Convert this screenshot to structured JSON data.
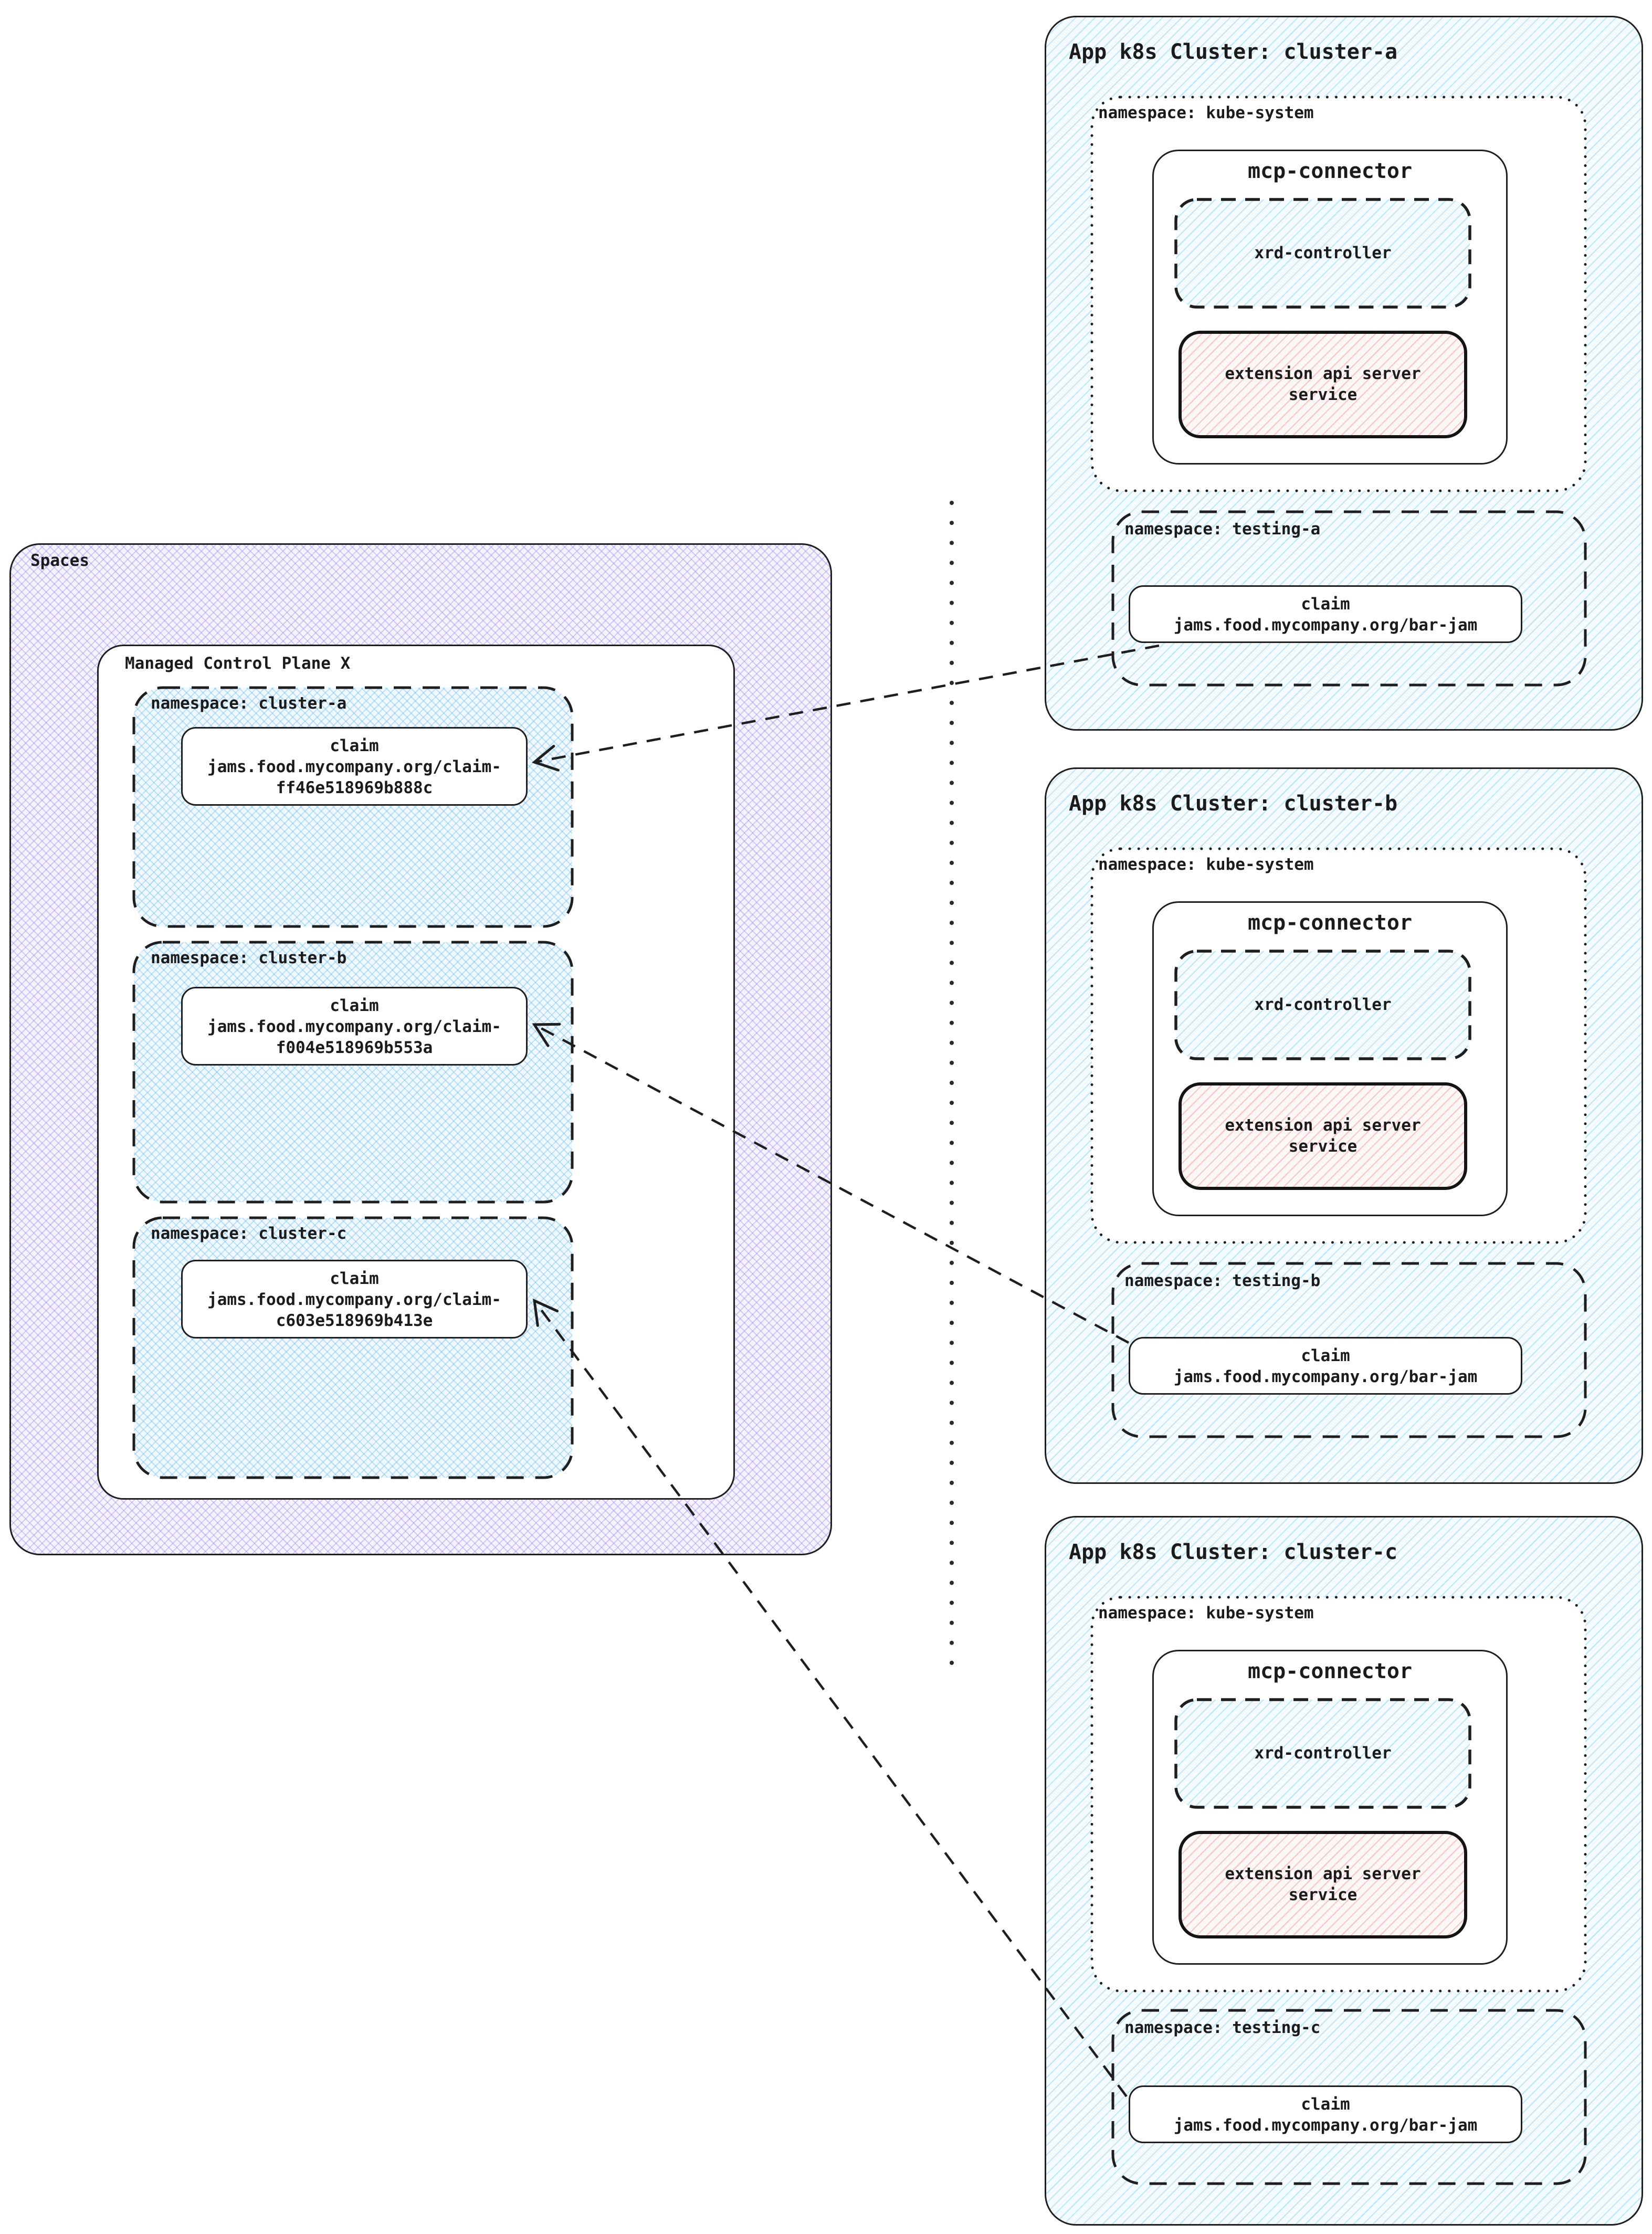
{
  "diagram": {
    "spaces": {
      "title": "Spaces",
      "control_plane": {
        "title": "Managed Control Plane X",
        "namespaces": [
          {
            "label": "namespace: cluster-a",
            "claim": {
              "lines": [
                "claim",
                "jams.food.mycompany.org/claim-",
                "ff46e518969b888c"
              ]
            }
          },
          {
            "label": "namespace: cluster-b",
            "claim": {
              "lines": [
                "claim",
                "jams.food.mycompany.org/claim-",
                "f004e518969b553a"
              ]
            }
          },
          {
            "label": "namespace: cluster-c",
            "claim": {
              "lines": [
                "claim",
                "jams.food.mycompany.org/claim-",
                "c603e518969b413e"
              ]
            }
          }
        ]
      }
    },
    "clusters": [
      {
        "title": "App k8s Cluster: cluster-a",
        "kube": {
          "label": "namespace: kube-system",
          "mcp_connector": "mcp-connector",
          "xrd": "xrd-controller",
          "ext_lines": [
            "extension api server",
            "service"
          ]
        },
        "testing": {
          "label": "namespace: testing-a",
          "claim": {
            "lines": [
              "claim",
              "jams.food.mycompany.org/bar-jam"
            ]
          }
        }
      },
      {
        "title": "App k8s Cluster: cluster-b",
        "kube": {
          "label": "namespace: kube-system",
          "mcp_connector": "mcp-connector",
          "xrd": "xrd-controller",
          "ext_lines": [
            "extension api server",
            "service"
          ]
        },
        "testing": {
          "label": "namespace: testing-b",
          "claim": {
            "lines": [
              "claim",
              "jams.food.mycompany.org/bar-jam"
            ]
          }
        }
      },
      {
        "title": "App k8s Cluster: cluster-c",
        "kube": {
          "label": "namespace: kube-system",
          "mcp_connector": "mcp-connector",
          "xrd": "xrd-controller",
          "ext_lines": [
            "extension api server",
            "service"
          ]
        },
        "testing": {
          "label": "namespace: testing-c",
          "claim": {
            "lines": [
              "claim",
              "jams.food.mycompany.org/bar-jam"
            ]
          }
        }
      }
    ],
    "connections": [
      {
        "from": "cluster-a/testing-a/claim",
        "to": "spaces/cluster-a/claim",
        "style": "dashed-arrow"
      },
      {
        "from": "cluster-b/testing-b/claim",
        "to": "spaces/cluster-b/claim",
        "style": "dashed-arrow"
      },
      {
        "from": "cluster-c/testing-c/claim",
        "to": "spaces/cluster-c/claim",
        "style": "dashed-arrow"
      }
    ],
    "colors": {
      "line": "#1e1e1e",
      "spaces_hatch": "#9278e9",
      "cluster_hatch": "#50b4dc",
      "namespace_hatch": "#50aae1",
      "extension_hatch": "#e26868"
    }
  }
}
